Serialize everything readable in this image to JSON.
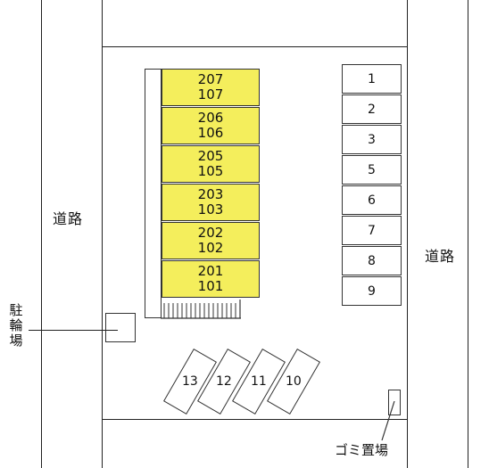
{
  "roads": {
    "left_label": "道路",
    "right_label": "道路"
  },
  "units": [
    {
      "upper": "207",
      "lower": "107"
    },
    {
      "upper": "206",
      "lower": "106"
    },
    {
      "upper": "205",
      "lower": "105"
    },
    {
      "upper": "203",
      "lower": "103"
    },
    {
      "upper": "202",
      "lower": "102"
    },
    {
      "upper": "201",
      "lower": "101"
    }
  ],
  "parking_slots": [
    "1",
    "2",
    "3",
    "5",
    "6",
    "7",
    "8",
    "9"
  ],
  "angled_slots": [
    "13",
    "12",
    "11",
    "10"
  ],
  "facilities": {
    "bicycle_parking": "駐輪場",
    "garbage": "ゴミ置場"
  },
  "colors": {
    "building_fill": "#f4ee5c",
    "line": "#222222"
  }
}
